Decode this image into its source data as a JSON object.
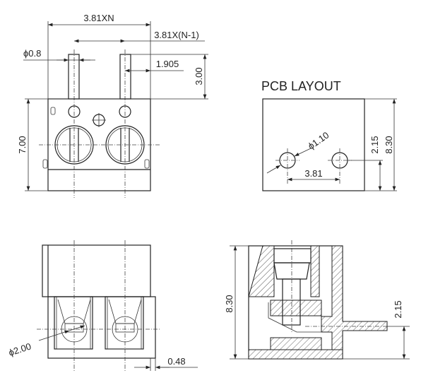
{
  "drawing": {
    "front_view": {
      "width_label": "3.81XN",
      "pitch_label": "3.81X(N-1)",
      "pin_diameter_label": "ϕ0.8",
      "offset_label": "1.905",
      "pin_length_label": "3.00",
      "body_height_label": "7.00"
    },
    "pcb_layout": {
      "title": "PCB LAYOUT",
      "hole_diameter_label": "ϕ1.10",
      "hole_pitch_label": "3.81",
      "hole_offset_label": "2.15",
      "depth_label": "8.30"
    },
    "bottom_view": {
      "wire_diameter_label": "ϕ2.00",
      "overhang_label": "0.48"
    },
    "side_section": {
      "height_label": "8.30",
      "pin_height_label": "2.15"
    }
  },
  "colors": {
    "line": "#222222",
    "background": "#ffffff"
  }
}
